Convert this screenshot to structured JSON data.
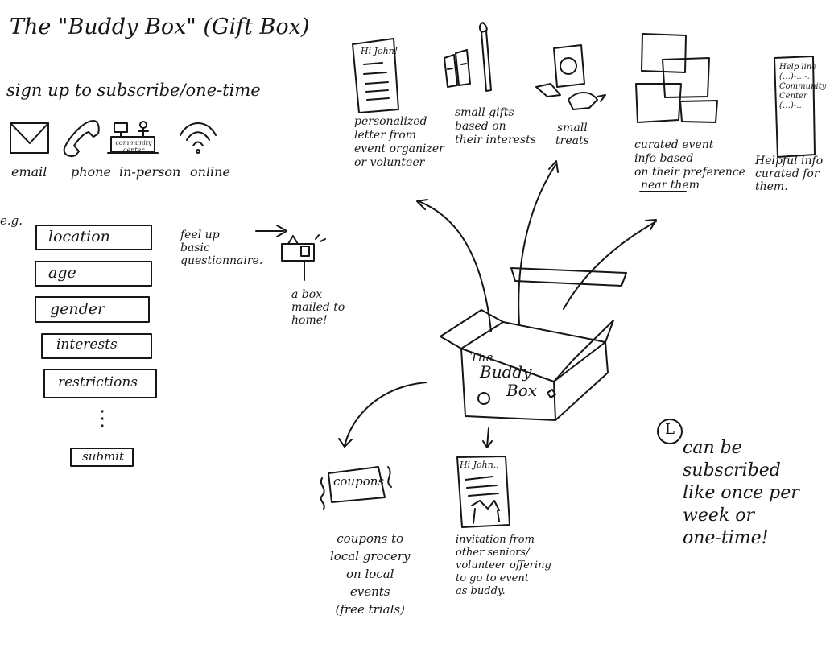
{
  "title": "The \"Buddy Box\" (Gift Box)",
  "signup": {
    "heading": "sign up to subscribe/one-time",
    "channels": [
      {
        "label": "email",
        "icon": "envelope-icon"
      },
      {
        "label": "phone",
        "icon": "phone-icon"
      },
      {
        "label": "in-person",
        "icon": "community-center-desk-icon",
        "sign": "community center"
      },
      {
        "label": "online",
        "icon": "wifi-icon"
      }
    ]
  },
  "form": {
    "eg_label": "e.g.",
    "fields": [
      "location",
      "age",
      "gender",
      "interests",
      "restrictions"
    ],
    "ellipsis": "⋮",
    "submit_label": "submit",
    "note": "feel up\nbasic\nquestionnaire."
  },
  "mail": {
    "caption": "a box\nmailed to\nhome!"
  },
  "box": {
    "the": "The",
    "name": "Buddy",
    "box_word": "Box"
  },
  "contents_top": [
    {
      "caption": "personalized\nletter from\nevent organizer\nor volunteer",
      "sheet_text": "Hi John!",
      "icon": "letter-icon"
    },
    {
      "caption": "small gifts\nbased on\ntheir interests",
      "icon": "paint-gifts-icon"
    },
    {
      "caption": "small\ntreats",
      "icon": "treats-icon"
    },
    {
      "caption": "curated event\ninfo based\non their preference",
      "caption_last": "near them",
      "icon": "event-cards-icon"
    },
    {
      "caption": "Helpful info\ncurated for\nthem.",
      "sheet_text": "Help line\n(…)-…-…\nCommunity\nCenter\n(…)-…",
      "icon": "info-sheet-icon"
    }
  ],
  "contents_bottom": [
    {
      "tag": "coupons",
      "caption": "coupons to\nlocal grocery\non local\nevents\n(free trials)",
      "icon": "coupon-icon"
    },
    {
      "sheet_text": "Hi John..",
      "caption": "invitation from\nother seniors/\nvolunteer offering\nto go to event\nas buddy.",
      "icon": "invitation-icon"
    }
  ],
  "note": {
    "badge": "L",
    "text": "can be\nsubscribed\nlike once per\nweek or\none-time!"
  }
}
